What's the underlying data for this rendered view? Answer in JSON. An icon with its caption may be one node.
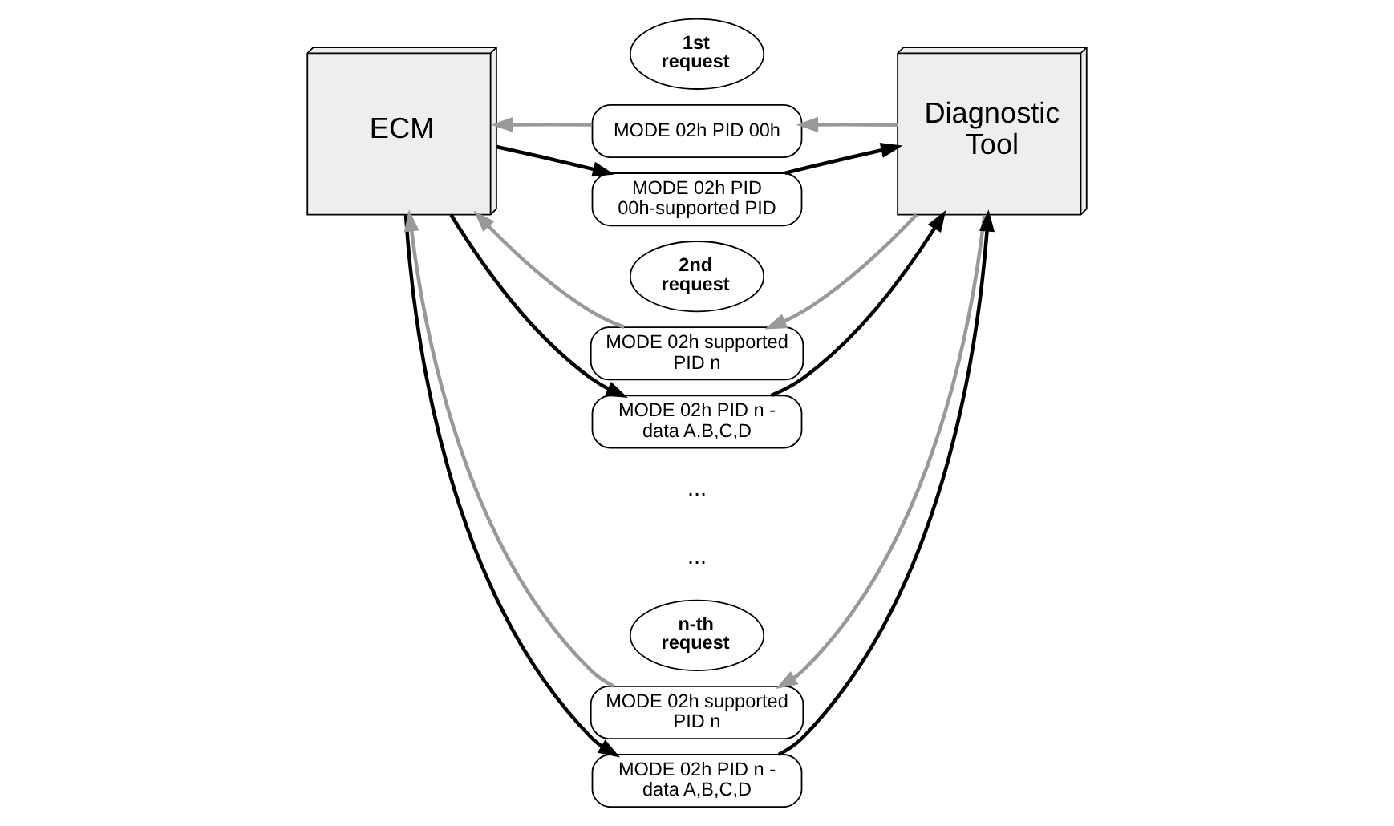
{
  "diagram": {
    "nodes": [
      {
        "text": [
          "ECM"
        ]
      },
      {
        "text": [
          "Diagnostic Tool"
        ]
      },
      {
        "text": [
          "1st request"
        ]
      },
      {
        "text": [
          "MODE 02h PID 00h"
        ]
      },
      {
        "text": [
          "MODE 02h PID 00h-supported PID"
        ]
      },
      {
        "text": [
          "2nd request"
        ]
      },
      {
        "text": [
          "MODE 02h supported PID n"
        ]
      },
      {
        "text": [
          "MODE 02h PID n - data A,B,C,D"
        ]
      },
      {
        "text": [
          "n-th request"
        ]
      },
      {
        "text": [
          "MODE 02h supported PID n"
        ]
      },
      {
        "text": [
          "MODE 02h PID n - data A,B,C,D"
        ]
      }
    ],
    "edges": [
      {
        "from": 3,
        "to": 0,
        "arrow": "to",
        "color": "#999999"
      },
      {
        "from": 1,
        "to": 3,
        "arrow": "to",
        "color": "#999999"
      },
      {
        "from": 0,
        "to": 4,
        "arrow": "to",
        "color": "#000000"
      },
      {
        "from": 4,
        "to": 1,
        "arrow": "to",
        "color": "#000000"
      },
      {
        "from": 6,
        "to": 0,
        "arrow": "to",
        "color": "#999999"
      },
      {
        "from": 1,
        "to": 6,
        "arrow": "to",
        "color": "#999999"
      },
      {
        "from": 0,
        "to": 7,
        "arrow": "to",
        "color": "#000000"
      },
      {
        "from": 7,
        "to": 1,
        "arrow": "to",
        "color": "#000000"
      },
      {
        "from": 9,
        "to": 0,
        "arrow": "to",
        "color": "#999999"
      },
      {
        "from": 1,
        "to": 9,
        "arrow": "to",
        "color": "#999999"
      },
      {
        "from": 0,
        "to": 10,
        "arrow": "to",
        "color": "#000000"
      },
      {
        "from": 10,
        "to": 1,
        "arrow": "to",
        "color": "#000000"
      }
    ],
    "labels": [
      "...",
      "..."
    ]
  }
}
